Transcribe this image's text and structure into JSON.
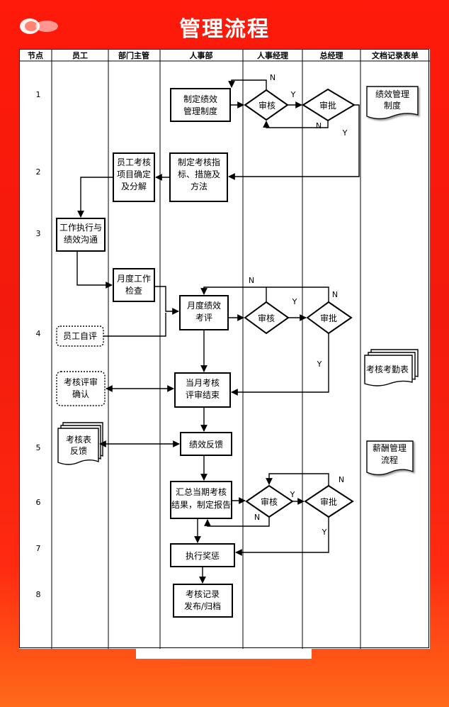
{
  "header": {
    "title": "管理流程"
  },
  "columns": [
    "节点",
    "员工",
    "部门主管",
    "人事部",
    "人事经理",
    "总经理",
    "文档记录表单"
  ],
  "row_numbers": [
    "1",
    "2",
    "3",
    "4",
    "5",
    "6",
    "7",
    "8"
  ],
  "nodes": {
    "policy": [
      "制定绩效",
      "管理制度"
    ],
    "audit1": "审核",
    "approve1": "审批",
    "doc_policy": [
      "绩效管理",
      "制度"
    ],
    "indicators": [
      "制定考核指",
      "标、措施及",
      "方法"
    ],
    "items": [
      "员工考核",
      "项目确定",
      "及分解"
    ],
    "execute": [
      "工作执行与",
      "绩效沟通"
    ],
    "monthly_check": [
      "月度工作",
      "检查"
    ],
    "monthly_eval": [
      "月度绩效",
      "考评"
    ],
    "audit2": "审核",
    "approve2": "审批",
    "self_eval": "员工自评",
    "attendance": "考核考勤表",
    "confirm": [
      "考核评审",
      "确认"
    ],
    "result": [
      "当月考核",
      "评审结束"
    ],
    "feedback_doc": [
      "考核表",
      "反馈"
    ],
    "feedback": "绩效反馈",
    "salary": [
      "薪酬管理",
      "流程"
    ],
    "summary": [
      "汇总当期考核",
      "结果，制定报告"
    ],
    "audit3": "审核",
    "approve3": "审批",
    "reward": "执行奖惩",
    "publish": [
      "考核记录",
      "发布/归档"
    ]
  },
  "flow_labels": {
    "yes": "Y",
    "no": "N"
  }
}
